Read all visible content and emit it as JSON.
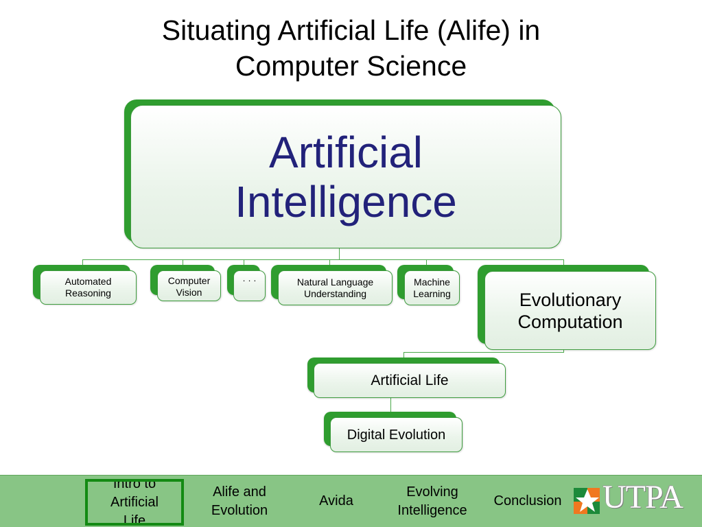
{
  "title": "Situating Artificial Life (Alife) in\nComputer Science",
  "diagram": {
    "root": "Artificial\nIntelligence",
    "branches": {
      "automated_reasoning": "Automated\nReasoning",
      "computer_vision": "Computer\nVision",
      "ellipsis": "· · ·",
      "nlu": "Natural Language\nUnderstanding",
      "machine_learning": "Machine\nLearning",
      "evolutionary_computation": "Evolutionary\nComputation"
    },
    "artificial_life": "Artificial Life",
    "digital_evolution": "Digital Evolution"
  },
  "footer": {
    "nav": [
      "Intro to\nArtificial\nLife",
      "Alife and\nEvolution",
      "Avida",
      "Evolving\nIntelligence",
      "Conclusion"
    ],
    "logo_text": "UTPA",
    "colors": {
      "bar": "#88c585",
      "active_border": "#138a13",
      "node_green": "#2f9d2f"
    }
  }
}
